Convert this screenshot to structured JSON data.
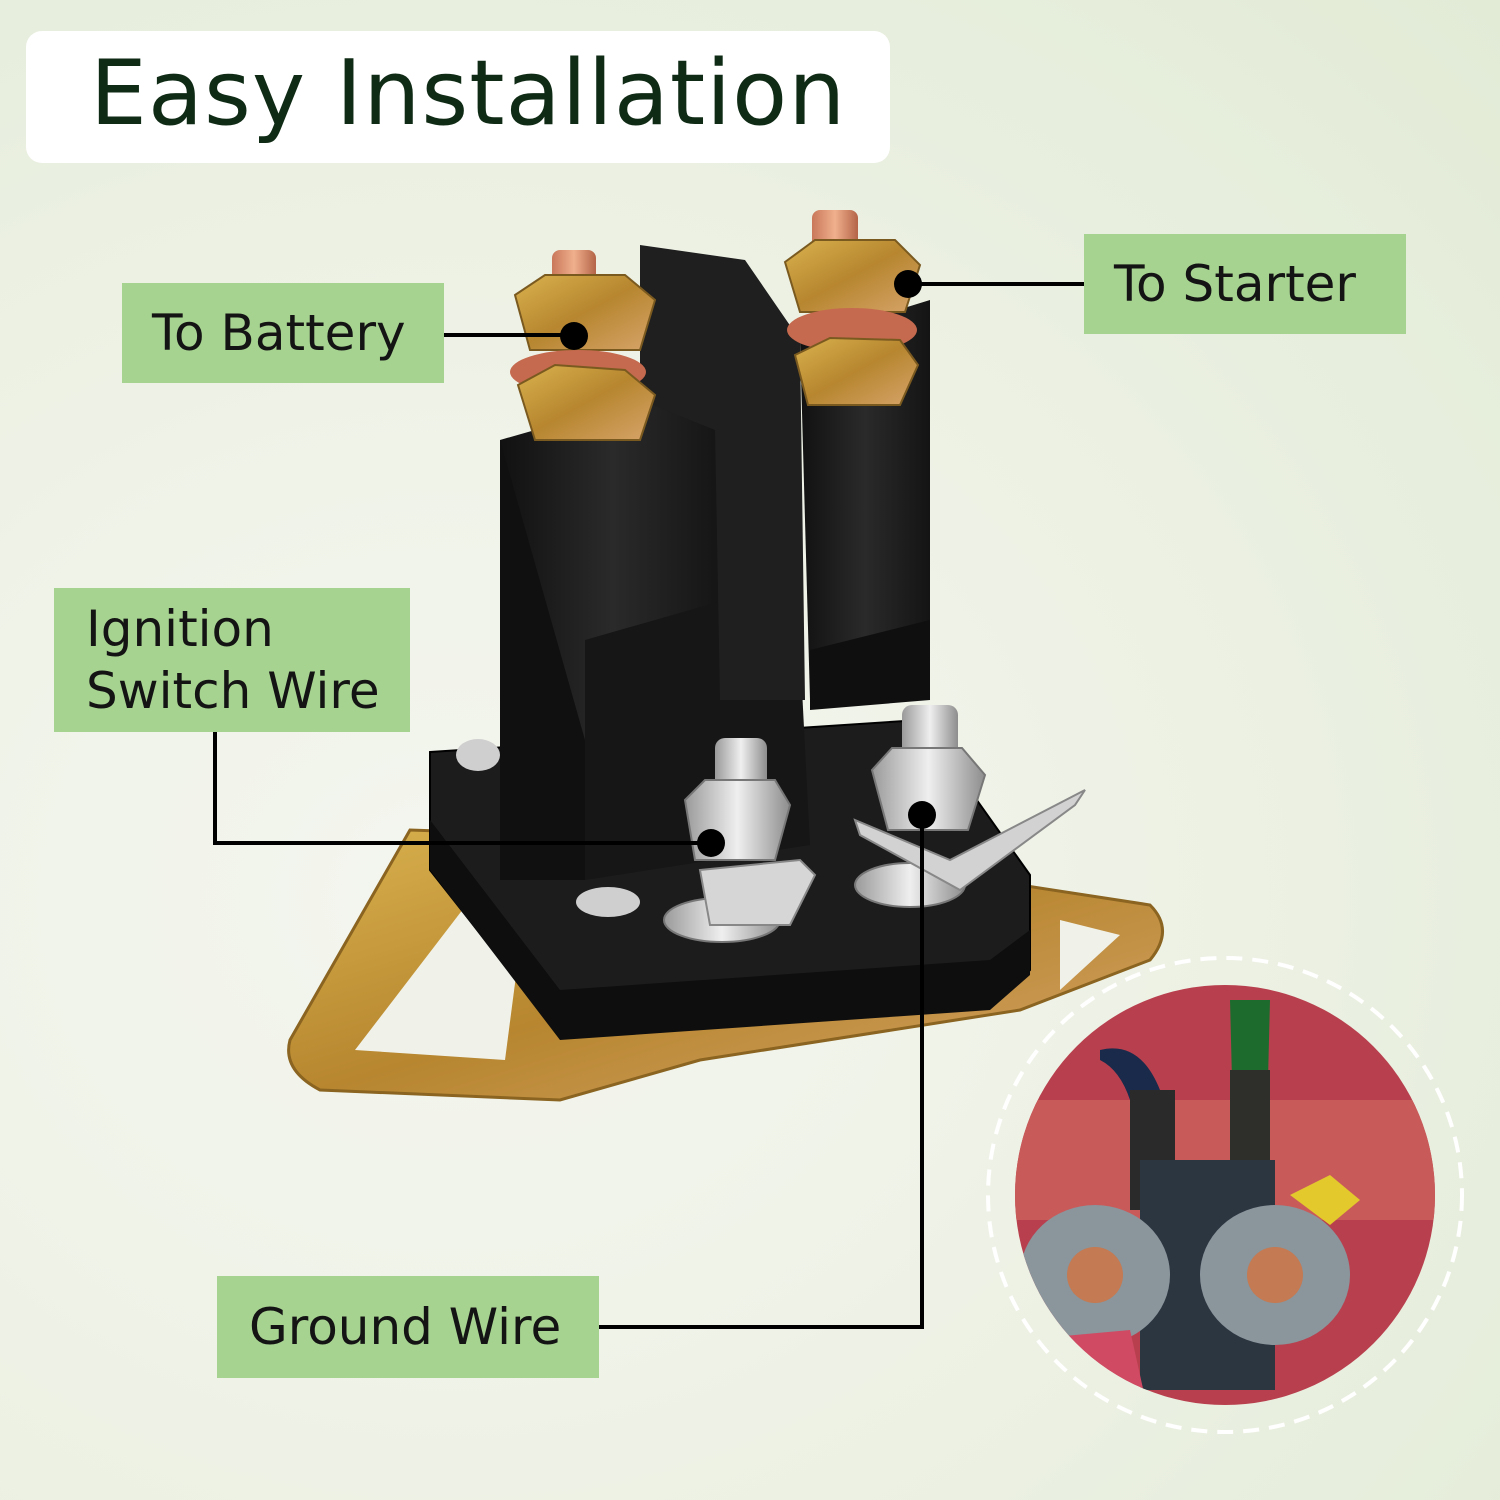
{
  "title": "Easy Installation",
  "labels": {
    "battery": "To Battery",
    "starter": "To Starter",
    "ignition_line1": "Ignition",
    "ignition_line2": "Switch Wire",
    "ground": "Ground Wire"
  },
  "colors": {
    "label_bg": "#a7d391",
    "title_text": "#0f2a15",
    "solenoid_body": "#1a1a1a",
    "bracket": "#c89a3a",
    "inset_background": "#b8404e"
  }
}
